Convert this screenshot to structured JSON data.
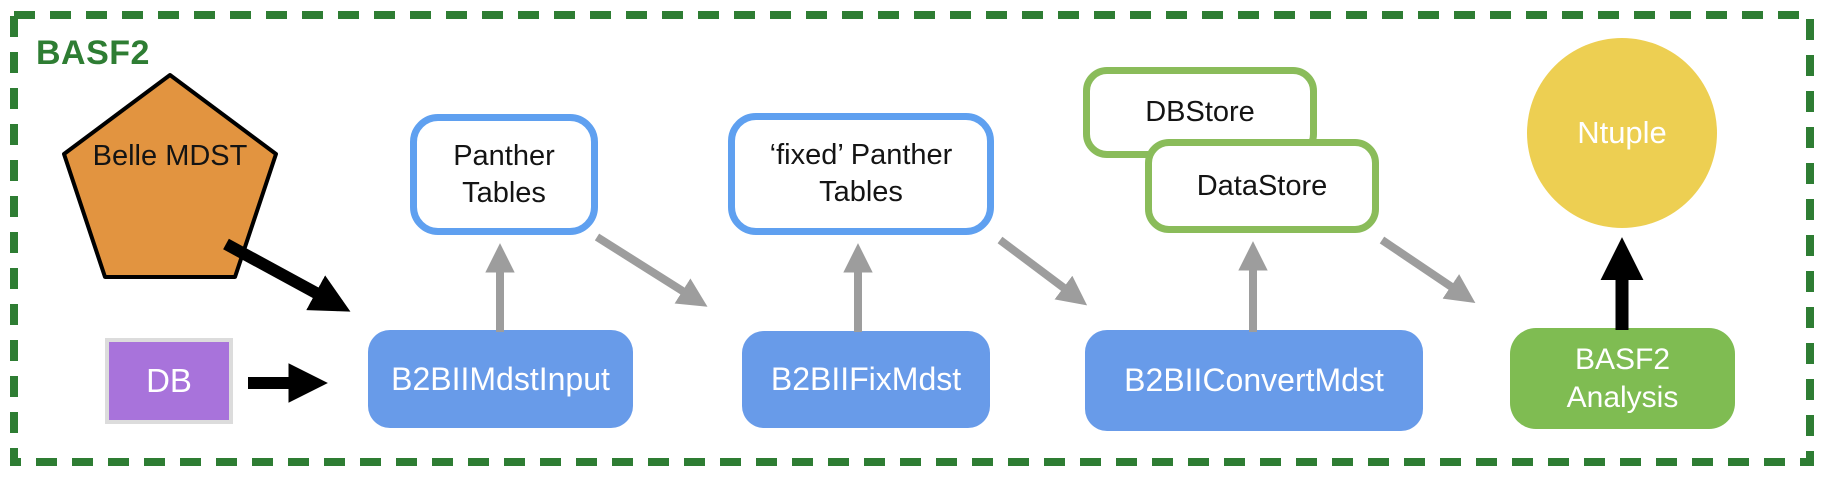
{
  "frame": {
    "title": "BASF2"
  },
  "nodes": {
    "belle_mdst": {
      "line1": "Belle",
      "line2": "MDST"
    },
    "db": {
      "label": "DB"
    },
    "b2bii_mdst_input": {
      "label": "B2BIIMdstInput"
    },
    "panther_tables": {
      "line1": "Panther",
      "line2": "Tables"
    },
    "fixed_panther_tables": {
      "line1": "‘fixed’ Panther",
      "line2": "Tables"
    },
    "b2bii_fix_mdst": {
      "label": "B2BIIFixMdst"
    },
    "db_store": {
      "label": "DBStore"
    },
    "data_store": {
      "label": "DataStore"
    },
    "b2bii_convert_mdst": {
      "label": "B2BIIConvertMdst"
    },
    "basf2_analysis": {
      "line1": "BASF2",
      "line2": "Analysis"
    },
    "ntuple": {
      "label": "Ntuple"
    }
  },
  "colors": {
    "frame_border_green": "#2E7D33",
    "title_green": "#2E7D33",
    "pentagon_orange": "#E29440",
    "db_purple": "#A873DB",
    "module_blue": "#689BE9",
    "table_border_blue": "#5FA0F0",
    "store_border_green": "#8ABC5A",
    "analysis_green": "#7FBC52",
    "ntuple_yellow": "#EDCF52",
    "arrow_black": "#000000",
    "arrow_gray": "#9D9D9D"
  }
}
